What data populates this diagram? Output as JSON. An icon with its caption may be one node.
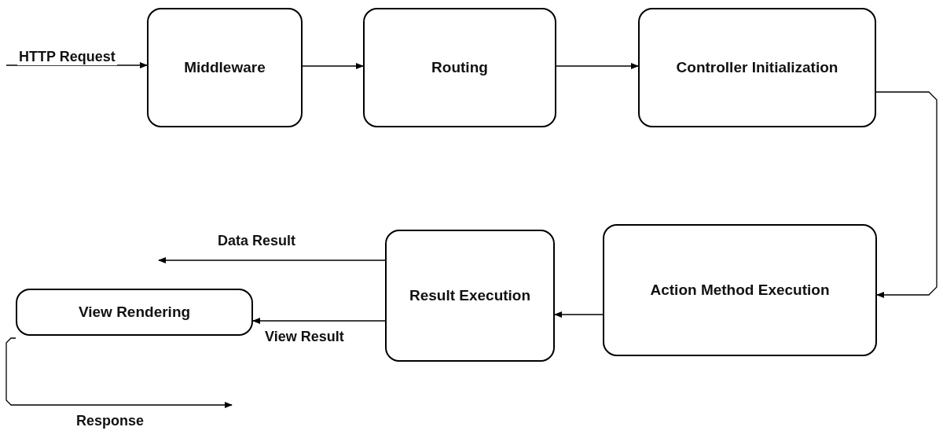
{
  "diagram": {
    "nodes": [
      {
        "text": [
          "Middleware"
        ]
      },
      {
        "text": [
          "Routing"
        ]
      },
      {
        "text": [
          "Controller Initialization"
        ]
      },
      {
        "text": [
          "Action Method Execution"
        ]
      },
      {
        "text": [
          "Result Execution"
        ]
      },
      {
        "text": [
          "View Rendering"
        ]
      }
    ],
    "edges": [
      {
        "from": null,
        "to": 0,
        "arrow": "to",
        "label": "HTTP Request"
      },
      {
        "from": 0,
        "to": 1,
        "arrow": "to"
      },
      {
        "from": 1,
        "to": 2,
        "arrow": "to"
      },
      {
        "from": 2,
        "to": 3,
        "arrow": "to"
      },
      {
        "from": 3,
        "to": 4,
        "arrow": "to"
      },
      {
        "from": 4,
        "to": null,
        "arrow": "to",
        "label": "Data Result"
      },
      {
        "from": 4,
        "to": 5,
        "arrow": "to",
        "label": "View Result"
      },
      {
        "from": 5,
        "to": null,
        "arrow": "to",
        "label": "Response"
      }
    ]
  }
}
